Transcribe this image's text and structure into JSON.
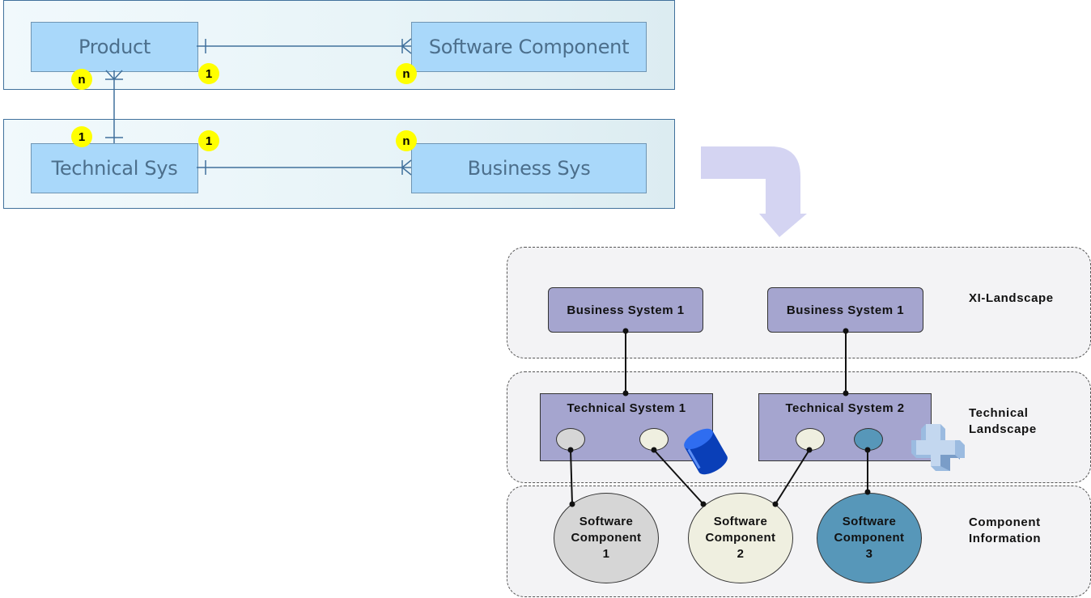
{
  "er_diagram": {
    "entities": {
      "product": "Product",
      "software_component": "Software Component",
      "technical_sys": "Technical Sys",
      "business_sys": "Business Sys"
    },
    "cardinalities": {
      "product_down": "n",
      "product_right": "1",
      "swc_left": "n",
      "tech_up": "1",
      "tech_right": "1",
      "bus_left": "n"
    },
    "badge_color": "#ffff00"
  },
  "arrow": {
    "color": "#d4d4f2"
  },
  "landscape": {
    "zones": {
      "xi": "XI-Landscape",
      "technical_line1": "Technical",
      "technical_line2": "Landscape",
      "component_line1": "Component",
      "component_line2": "Information"
    },
    "business_systems": [
      "Business System 1",
      "Business System 1"
    ],
    "technical_systems": [
      "Technical System 1",
      "Technical System 2"
    ],
    "components": [
      {
        "line1": "Software",
        "line2": "Component",
        "line3": "1",
        "color": "#d6d6d6"
      },
      {
        "line1": "Software",
        "line2": "Component",
        "line3": "2",
        "color": "#efefe0"
      },
      {
        "line1": "Software",
        "line2": "Component",
        "line3": "3",
        "color": "#5797b9"
      }
    ],
    "box_color": "#a5a5cf"
  }
}
